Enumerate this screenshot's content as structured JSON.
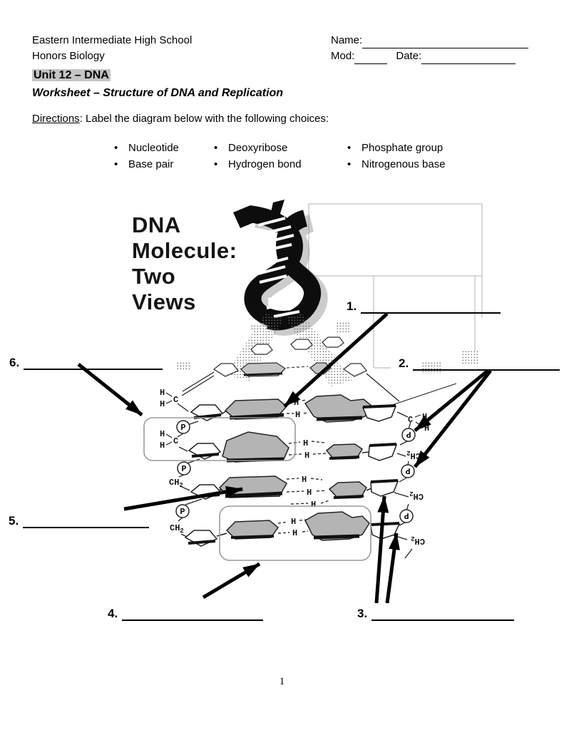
{
  "header": {
    "school": "Eastern Intermediate High School",
    "course": "Honors Biology",
    "name_label": "Name:",
    "mod_label": "Mod:",
    "date_label": "Date:"
  },
  "title": {
    "unit": "Unit 12 – DNA",
    "worksheet": "Worksheet – Structure of DNA and Replication"
  },
  "directions": {
    "label": "Directions",
    "rest": ": Label the diagram below with the following choices:"
  },
  "word_bank": {
    "bullet": "•",
    "items": [
      "Nucleotide",
      "Base pair",
      "Deoxyribose",
      "Hydrogen bond",
      "Phosphate group",
      "Nitrogenous base"
    ]
  },
  "diagram": {
    "caption": [
      "DNA",
      "Molecule:",
      "Two",
      "Views"
    ],
    "labels": [
      "1.",
      "2.",
      "3.",
      "4.",
      "5.",
      "6."
    ],
    "atoms": {
      "h": "H",
      "c": "C",
      "p": "P",
      "ch": "CH",
      "sub2": "2"
    }
  },
  "footer": {
    "page_number": "1"
  },
  "colors": {
    "highlight": "#c4c4c4",
    "base_gray": "#b4b4b4",
    "accent": "#000000"
  }
}
